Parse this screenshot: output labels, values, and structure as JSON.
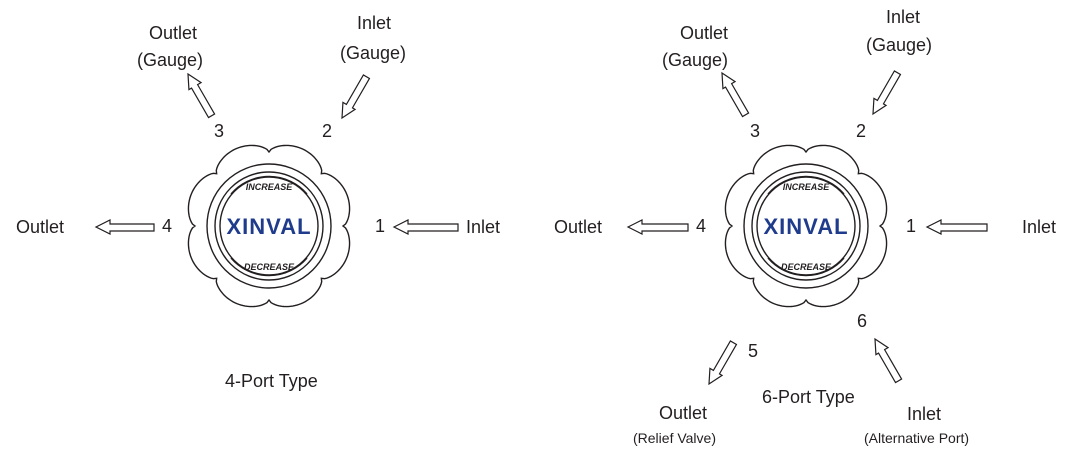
{
  "brand_color": "#1f3c8c",
  "line_color": "#231f20",
  "left": {
    "caption": "4-Port Type",
    "brand": "XINVAL",
    "dial_increase": "INCREASE",
    "dial_decrease": "DECREASE",
    "ports": [
      {
        "number": "1",
        "label": "Inlet"
      },
      {
        "number": "2",
        "label_line1": "Inlet",
        "label_line2": "(Gauge)"
      },
      {
        "number": "3",
        "label_line1": "Outlet",
        "label_line2": "(Gauge)"
      },
      {
        "number": "4",
        "label": "Outlet"
      }
    ]
  },
  "right": {
    "caption": "6-Port Type",
    "brand": "XINVAL",
    "dial_increase": "INCREASE",
    "dial_decrease": "DECREASE",
    "ports": [
      {
        "number": "1",
        "label": "Inlet"
      },
      {
        "number": "2",
        "label_line1": "Inlet",
        "label_line2": "(Gauge)"
      },
      {
        "number": "3",
        "label_line1": "Outlet",
        "label_line2": "(Gauge)"
      },
      {
        "number": "4",
        "label": "Outlet"
      },
      {
        "number": "5",
        "label_line1": "Outlet",
        "label_line2": "(Relief Valve)"
      },
      {
        "number": "6",
        "label_line1": "Inlet",
        "label_line2": "(Alternative Port)"
      }
    ]
  }
}
